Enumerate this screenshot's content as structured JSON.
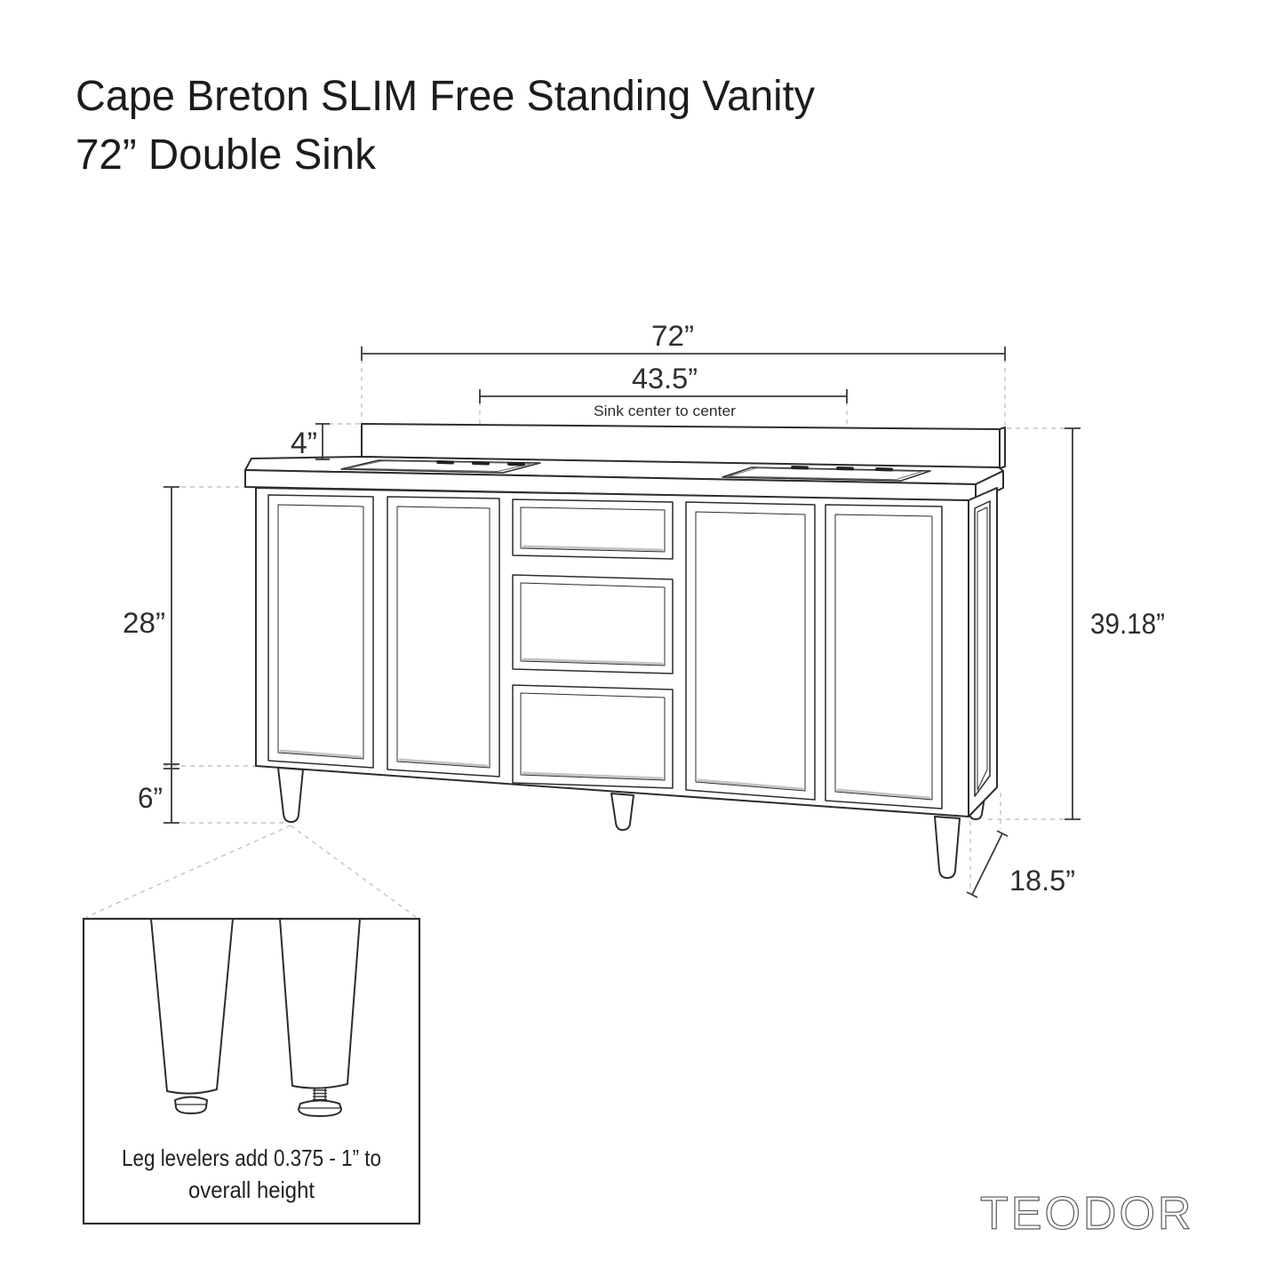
{
  "title": {
    "line1": "Cape Breton SLIM Free Standing Vanity",
    "line2": "72” Double Sink"
  },
  "dimensions": {
    "width_label": "72”",
    "sink_center_label": "43.5”",
    "sink_center_note": "Sink center to center",
    "backsplash_label": "4”",
    "cabinet_label": "28”",
    "leg_label": "6”",
    "height_label": "39.18”",
    "depth_label": "18.5”"
  },
  "inset": {
    "note_line1": "Leg levelers add 0.375 - 1” to",
    "note_line2": "overall height"
  },
  "brand": "TEODOR",
  "colors": {
    "line": "#2d2d2d",
    "dim": "#3a3a3a",
    "dashed": "#c4c4c4",
    "text": "#1c1c1c",
    "brand": "#5a5a5a",
    "background": "#ffffff"
  }
}
